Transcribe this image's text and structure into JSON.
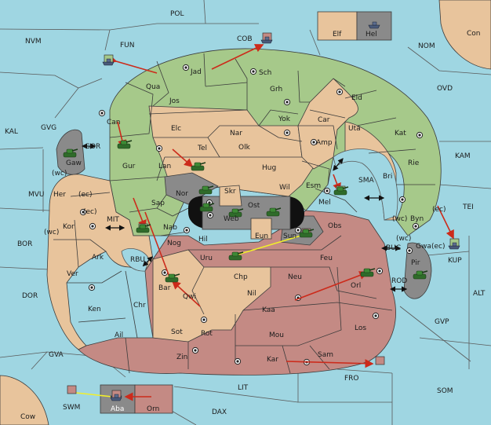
{
  "colors": {
    "sea": "#9fd6e2",
    "neutral": "#e8c49c",
    "green": "#a6c98a",
    "red": "#c48a84",
    "grey": "#8a8a8a",
    "sea_border": "#5a5a5a",
    "order_move": "#cc2b1b",
    "order_support": "#f2ef2a"
  },
  "seas": {
    "pol": "POL",
    "nvm": "NVM",
    "fun": "FUN",
    "cob": "COB",
    "nom": "NOM",
    "ovd": "OVD",
    "kam": "KAM",
    "tei": "TEI",
    "alt": "ALT",
    "gvp": "GVP",
    "som": "SOM",
    "dax": "DAX",
    "lit": "LIT",
    "fro": "FRO",
    "gva": "GVA",
    "swm": "SWM",
    "dor": "DOR",
    "bor": "BOR",
    "mvu": "MVU",
    "kal": "KAL",
    "gvg": "GVG",
    "gor": "GOR",
    "mit": "MIT",
    "rbu": "RBU",
    "sma": "SMA",
    "buc": "BUC",
    "rod": "ROD",
    "kup": "KUP"
  },
  "lands": {
    "con": "Con",
    "cow": "Cow",
    "elf": "Elf",
    "hel": "Hel",
    "jad": "Jad",
    "sch": "Sch",
    "qua": "Qua",
    "jos": "Jos",
    "grh": "Grh",
    "eld": "Eld",
    "can": "Can",
    "elc": "Elc",
    "nar": "Nar",
    "yok": "Yok",
    "car": "Car",
    "uta": "Uta",
    "kat": "Kat",
    "gur": "Gur",
    "tel": "Tel",
    "olk": "Olk",
    "amp": "Amp",
    "rie": "Rie",
    "lan": "Lan",
    "hug": "Hug",
    "bri": "Bri",
    "gaw": "Gaw",
    "nor": "Nor",
    "skr": "Skr",
    "wil": "Wil",
    "esm": "Esm",
    "her": "Her",
    "sap": "Sap",
    "ost": "Ost",
    "web": "Web",
    "mel": "Mel",
    "byn": "Byn",
    "kor": "Kor",
    "nab": "Nab",
    "eun": "Eun",
    "obs": "Obs",
    "gwa": "Gwa",
    "hil": "Hil",
    "sun": "Sun",
    "nog": "Nog",
    "ark": "Ark",
    "uru": "Uru",
    "feu": "Feu",
    "pir": "Pir",
    "ver": "Ver",
    "chp": "Chp",
    "neu": "Neu",
    "bar": "Bar",
    "qwi": "Qwi",
    "nil": "Nil",
    "orl": "Orl",
    "ken": "Ken",
    "chr": "Chr",
    "kaa": "Kaa",
    "los": "Los",
    "ail": "Ail",
    "sot": "Sot",
    "rot": "Rot",
    "mou": "Mou",
    "zin": "Zin",
    "kar": "Kar",
    "sam": "Sam",
    "aba": "Aba",
    "orn": "Orn"
  },
  "coast_marks": {
    "wc": "(wc)",
    "ec": "(ec)"
  },
  "icons": {
    "army": "tank-icon",
    "fleet": "ship-icon",
    "supply": "supply-center-icon",
    "dislodged": "retreat-box-icon"
  }
}
